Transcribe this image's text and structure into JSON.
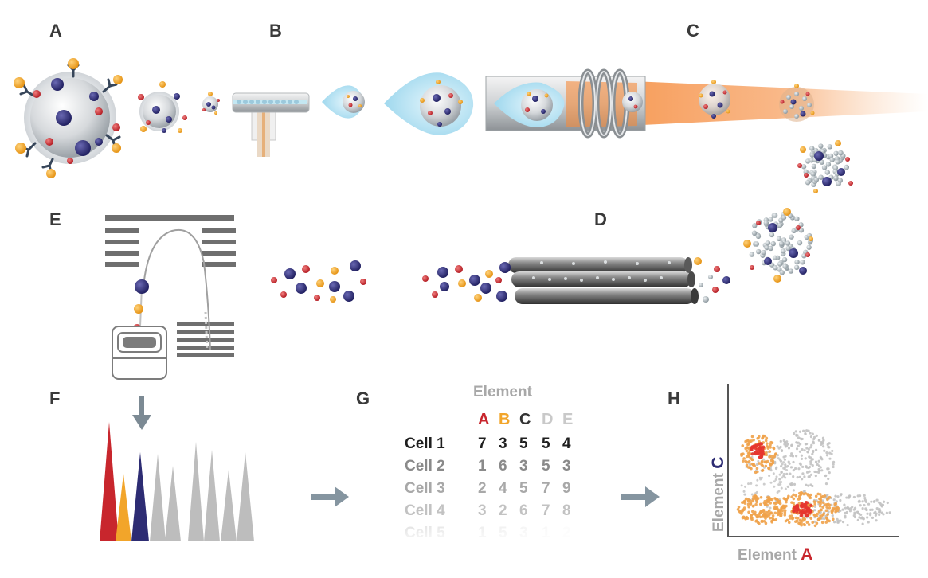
{
  "panel_labels": {
    "a": "A",
    "b": "B",
    "c": "C",
    "d": "D",
    "e": "E",
    "f": "F",
    "g": "G",
    "h": "H"
  },
  "colors": {
    "red": "#c8262d",
    "orange": "#f2a52a",
    "navy": "#2d2c73",
    "gray": "#bdbdbd",
    "plasma": "#f58a3a",
    "droplet": "#b8e3f2"
  },
  "table": {
    "header": "Element",
    "columns": [
      {
        "label": "A",
        "color": "#c8262d"
      },
      {
        "label": "B",
        "color": "#f2a52a"
      },
      {
        "label": "C",
        "color": "#333333"
      },
      {
        "label": "D",
        "color": "#c9c9c9"
      },
      {
        "label": "E",
        "color": "#c9c9c9"
      }
    ],
    "rows": [
      {
        "label": "Cell 1",
        "values": [
          "7",
          "3",
          "5",
          "5",
          "4"
        ],
        "color": "#1f1f1f"
      },
      {
        "label": "Cell 2",
        "values": [
          "1",
          "6",
          "3",
          "5",
          "3"
        ],
        "color": "#8a8a8a"
      },
      {
        "label": "Cell 3",
        "values": [
          "2",
          "4",
          "5",
          "7",
          "9"
        ],
        "color": "#a8a8a8"
      },
      {
        "label": "Cell 4",
        "values": [
          "3",
          "2",
          "6",
          "7",
          "8"
        ],
        "color": "#c2c2c2"
      },
      {
        "label": "Cell 5",
        "values": [
          "1",
          "5",
          "3",
          "1",
          "2"
        ],
        "color": "#dedede"
      }
    ]
  },
  "scatter": {
    "x_label_prefix": "Element ",
    "x_label_letter": "A",
    "y_label_prefix": "Element ",
    "y_label_letter": "C"
  }
}
